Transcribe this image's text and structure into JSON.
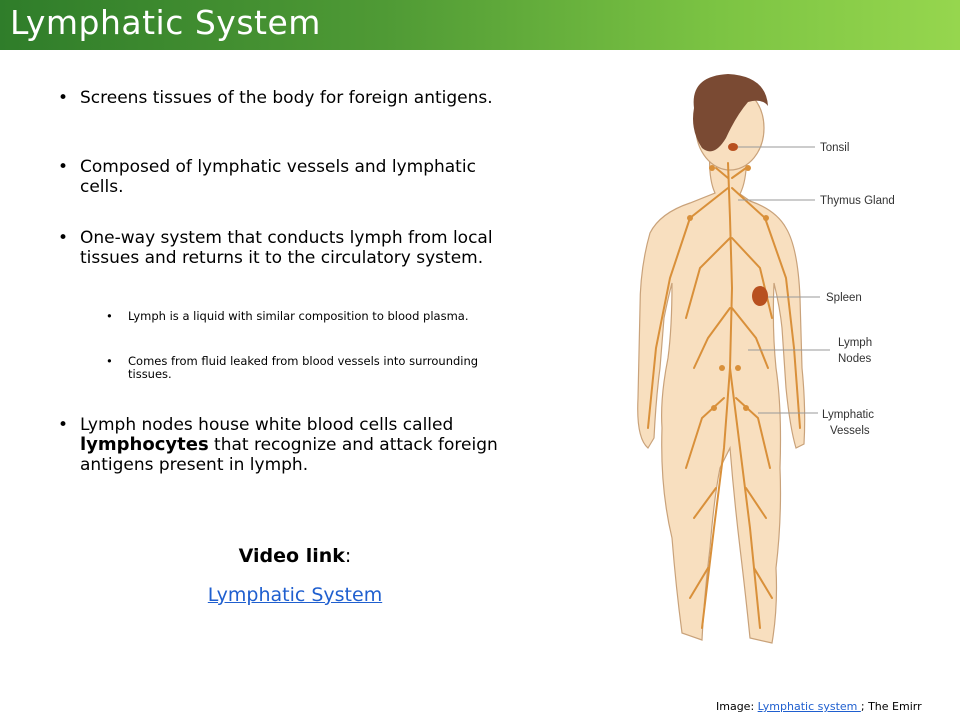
{
  "slide": {
    "title": "Lymphatic System",
    "bullets": [
      {
        "text": "Screens tissues of the body for foreign antigens."
      },
      {
        "text": "Composed of lymphatic vessels and lymphatic cells."
      },
      {
        "text": "One-way system that conducts lymph from local tissues and returns it to the circulatory system."
      },
      {
        "sub": [
          "Lymph is a liquid with similar composition to blood plasma.",
          "Comes from fluid leaked from blood vessels into surrounding tissues."
        ]
      },
      {
        "pre": "Lymph nodes house white blood cells called ",
        "term": "lymphocytes",
        "post": " that recognize and attack foreign antigens present in lymph."
      }
    ],
    "video_label": "Video link",
    "video_label_suffix": ":",
    "video_link": "Lymphatic System"
  },
  "figure": {
    "labels": [
      "Tonsil",
      "Thymus Gland",
      "Spleen",
      "Lymph",
      "Nodes",
      "Lymphatic",
      "Vessels"
    ]
  },
  "credit": {
    "prefix": "Image: ",
    "link": "Lymphatic  system ",
    "suffix": "; The Emirr"
  },
  "colors": {
    "title_bar_start": "#2f7d2a",
    "title_bar_end": "#96d64e",
    "link": "#1f5fcf",
    "skin": "#f8dfbf",
    "hair": "#7a4a33",
    "vessel": "#d9903a",
    "organ": "#b8501f"
  }
}
